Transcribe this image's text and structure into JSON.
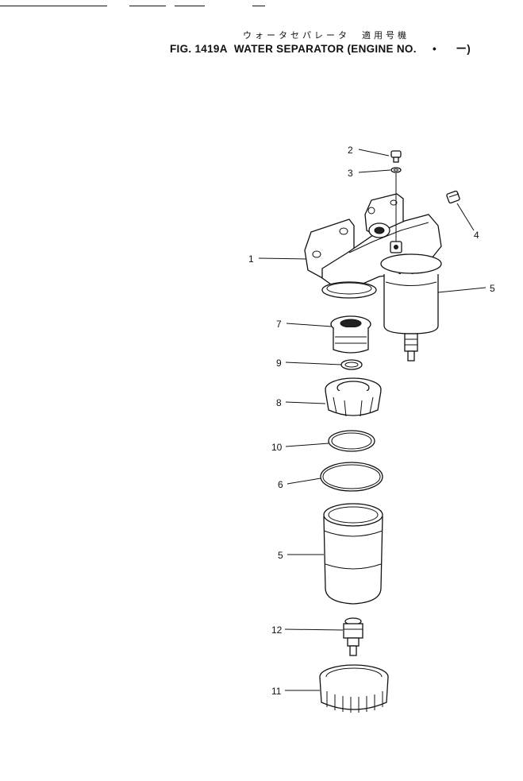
{
  "header": {
    "japanese_title": "ウォータセパレータ　適用号機",
    "fig_number": "FIG. 1419A",
    "title": "WATER SEPARATOR",
    "engine_label": "(ENGINE NO.",
    "engine_bullet": "•",
    "engine_end": "ー)"
  },
  "callouts": [
    "1",
    "2",
    "3",
    "4",
    "5",
    "7",
    "9",
    "8",
    "10",
    "6",
    "5",
    "12",
    "11"
  ]
}
